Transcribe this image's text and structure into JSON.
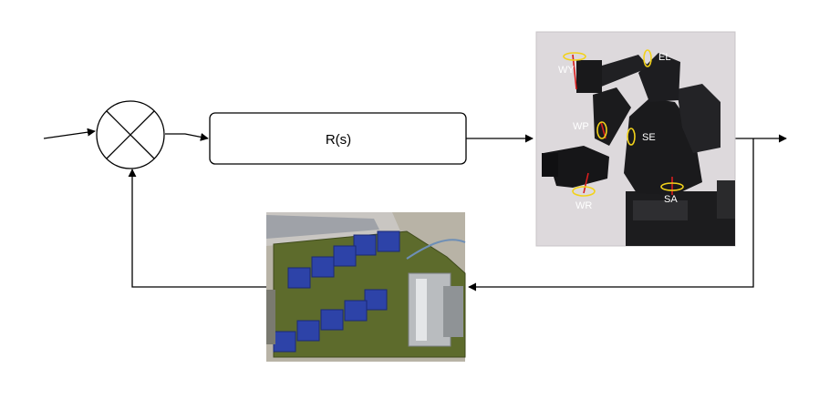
{
  "blocks": {
    "controller_label": "R(s)"
  },
  "joints": {
    "wy": "WY",
    "el": "EL",
    "wp": "WP",
    "se": "SE",
    "wr": "WR",
    "sa": "SA"
  },
  "colors": {
    "line": "#000000",
    "box_fill": "#ffffff",
    "photo_background": "#ddd9dc",
    "joint_marker": "#f2d21a",
    "axis_marker": "#d81e1e",
    "pcb_green": "#5d6b2c",
    "relay_blue": "#2d43a8"
  },
  "images": {
    "robot_arm_photo": "robot-arm-photo",
    "circuit_board_photo": "circuit-board-photo"
  }
}
